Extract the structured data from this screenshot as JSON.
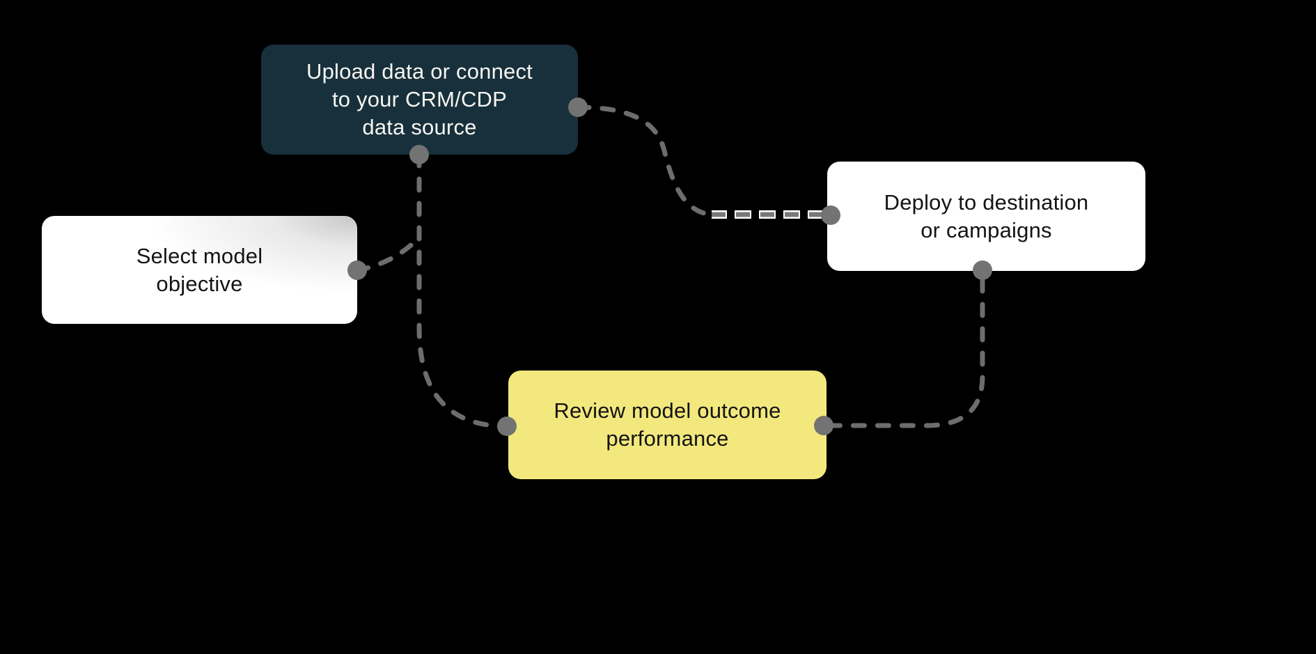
{
  "canvas": {
    "background_color": "#000000"
  },
  "nodes": [
    {
      "id": "upload-data",
      "label": "Upload data or connect\nto your CRM/CDP\ndata source",
      "fill": "#17303C",
      "text_color": "#F7F5F0",
      "highlighted": false
    },
    {
      "id": "select-objective",
      "label": "Select model\nobjective",
      "fill": "#FFFFFF",
      "text_color": "#141414",
      "highlighted": false
    },
    {
      "id": "deploy",
      "label": "Deploy to destination\nor campaigns",
      "fill": "#FFFFFF",
      "text_color": "#141414",
      "highlighted": false
    },
    {
      "id": "review",
      "label": "Review model outcome\nperformance",
      "fill": "#F3E87D",
      "text_color": "#141414",
      "highlighted": true
    }
  ],
  "connectors": [
    {
      "from": "upload-data",
      "to": "review",
      "style": "dashed"
    },
    {
      "from": "select-objective",
      "to": "upload-review-line",
      "style": "dashed"
    },
    {
      "from": "upload-data",
      "to": "deploy",
      "style": "dashed"
    },
    {
      "from": "deploy",
      "to": "review",
      "style": "dashed"
    }
  ],
  "colors": {
    "background": "#000000",
    "connector_dash": "#6D6D6D",
    "connector_dot": "#737373",
    "dash_casing": "#FFFFFF",
    "dark_node": "#17303C",
    "highlight_node": "#F3E87D"
  }
}
